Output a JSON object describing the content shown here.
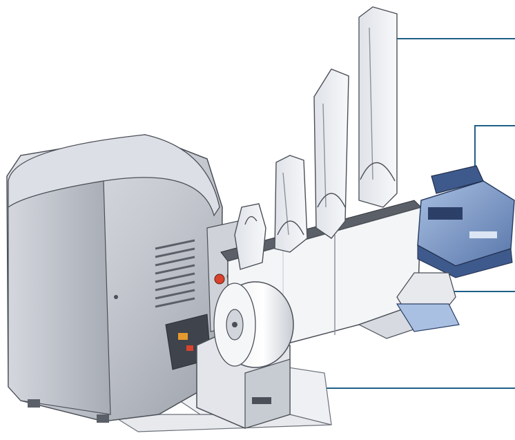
{
  "figure": {
    "description_visible_text": "",
    "callouts": [
      {
        "id": "callout-1",
        "points_to": "card-hopper-tall",
        "color": "#1f5f86"
      },
      {
        "id": "callout-2",
        "points_to": "blue-module",
        "color": "#1f5f86"
      },
      {
        "id": "callout-3",
        "points_to": "output-tray",
        "color": "#1f5f86"
      },
      {
        "id": "callout-4",
        "points_to": "ribbon-module",
        "color": "#1f5f86"
      }
    ],
    "colors": {
      "printer_body": "#c9ccd3",
      "printer_shadow": "#8d929b",
      "module_white": "#f4f5f7",
      "module_outline": "#4b4f57",
      "blue_unit": "#7e9ccb",
      "blue_dark": "#3e5a8d",
      "accent_red": "#d9432c",
      "accent_orange": "#e59a2f",
      "leader_line": "#1f5f86"
    }
  }
}
